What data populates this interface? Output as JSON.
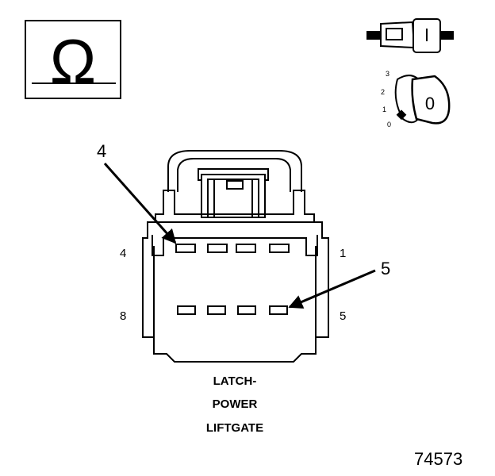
{
  "legend": {
    "ohm_symbol": "Ω",
    "key_positions": [
      "3",
      "2",
      "1",
      "0"
    ],
    "key_letter": "0"
  },
  "connector": {
    "pin_labels": {
      "top_left": "4",
      "top_right": "1",
      "bottom_left": "8",
      "bottom_right": "5"
    },
    "callouts": [
      "4",
      "5"
    ],
    "name_lines": [
      "LATCH-",
      "POWER",
      "LIFTGATE"
    ]
  },
  "figure_number": "74573"
}
